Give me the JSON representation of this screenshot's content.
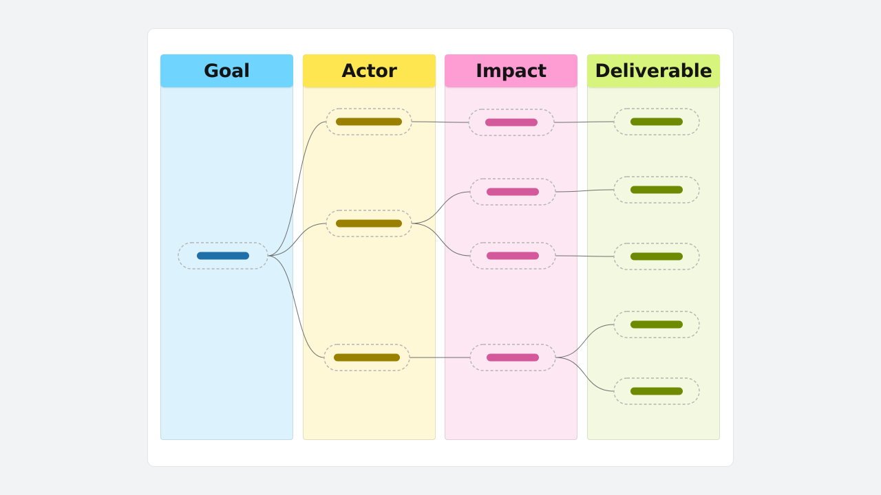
{
  "columns": [
    {
      "key": "goal",
      "title": "Goal",
      "header_color": "#6fd4fe",
      "body_color": "#dcf3fe",
      "bar_color": "#1f6fa8"
    },
    {
      "key": "actor",
      "title": "Actor",
      "header_color": "#fde64f",
      "body_color": "#fef8d6",
      "bar_color": "#9a8000"
    },
    {
      "key": "impact",
      "title": "Impact",
      "header_color": "#fd9dd4",
      "body_color": "#fde7f2",
      "bar_color": "#d4599b"
    },
    {
      "key": "deliverable",
      "title": "Deliverable",
      "header_color": "#d7f47d",
      "body_color": "#f3f9e1",
      "bar_color": "#6d8a00"
    }
  ],
  "nodes": [
    {
      "id": "g1",
      "column": "goal"
    },
    {
      "id": "a1",
      "column": "actor"
    },
    {
      "id": "a2",
      "column": "actor"
    },
    {
      "id": "a3",
      "column": "actor"
    },
    {
      "id": "i1",
      "column": "impact"
    },
    {
      "id": "i2",
      "column": "impact"
    },
    {
      "id": "i3",
      "column": "impact"
    },
    {
      "id": "i4",
      "column": "impact"
    },
    {
      "id": "d1",
      "column": "deliverable"
    },
    {
      "id": "d2",
      "column": "deliverable"
    },
    {
      "id": "d3",
      "column": "deliverable"
    },
    {
      "id": "d4",
      "column": "deliverable"
    },
    {
      "id": "d5",
      "column": "deliverable"
    }
  ],
  "edges": [
    {
      "from": "g1",
      "to": "a1"
    },
    {
      "from": "g1",
      "to": "a2"
    },
    {
      "from": "g1",
      "to": "a3"
    },
    {
      "from": "a1",
      "to": "i1"
    },
    {
      "from": "a2",
      "to": "i2"
    },
    {
      "from": "a2",
      "to": "i3"
    },
    {
      "from": "a3",
      "to": "i4"
    },
    {
      "from": "i1",
      "to": "d1"
    },
    {
      "from": "i2",
      "to": "d2"
    },
    {
      "from": "i3",
      "to": "d3"
    },
    {
      "from": "i4",
      "to": "d4"
    },
    {
      "from": "i4",
      "to": "d5"
    }
  ],
  "style": {
    "edge_color": "#6e6e6e",
    "node_border_color": "#b3b3b3",
    "card_background": "#ffffff",
    "page_background": "#f2f3f5"
  }
}
